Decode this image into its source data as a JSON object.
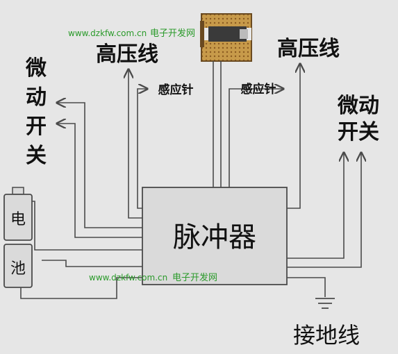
{
  "labels": {
    "pulser": "脉冲器",
    "hv_left": "高压线",
    "hv_right": "高压线",
    "sense_left": "感应针",
    "sense_right": "感应针",
    "micro_left": [
      "微",
      "动",
      "开",
      "关"
    ],
    "micro_right": [
      "微动",
      "开关"
    ],
    "battery_top": "电",
    "battery_bottom": "池",
    "ground": "接地线"
  },
  "watermark": {
    "url": "www.dzkfw.com.cn",
    "name": "电子开发网"
  },
  "colors": {
    "background": "#e6e6e6",
    "line": "#4a4a4a",
    "box": "#dadada",
    "watermark": "#2a9a2a",
    "electrode_body": "#c79a4a",
    "electrode_core": "#3a3a3a"
  }
}
